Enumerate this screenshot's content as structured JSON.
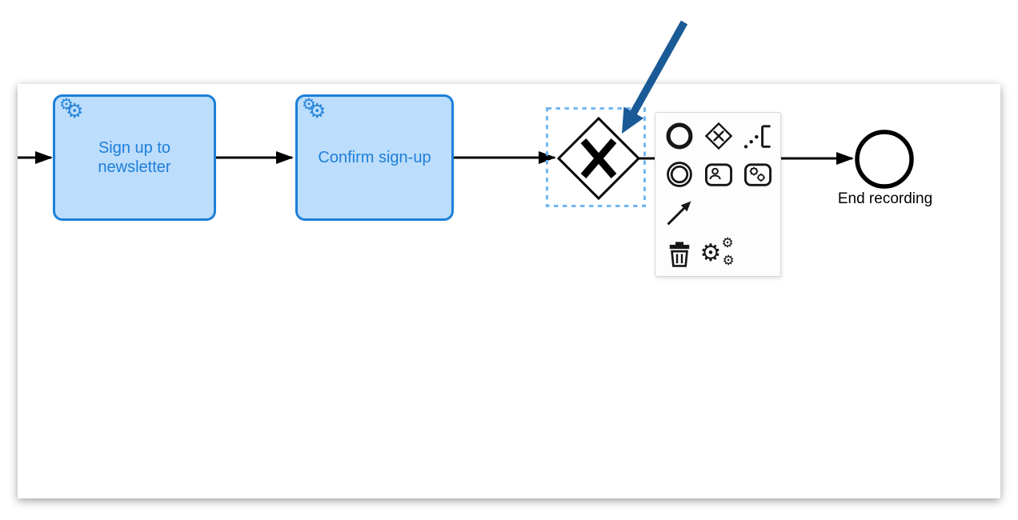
{
  "app": {
    "type": "BPMN process editor canvas"
  },
  "colors": {
    "task_fill": "#BCDDFB",
    "task_stroke": "#1B80D8",
    "task_text": "#1E7FD9",
    "selection_dash": "#73B7F2",
    "shape_stroke": "#000000",
    "annotation_arrow": "#1A5A96",
    "context_pad_bg": "#FDFDFD",
    "context_pad_border": "#D7D7D7"
  },
  "diagram": {
    "tasks": [
      {
        "label": "Sign up to newsletter",
        "type": "service-task",
        "icon": "double-gear-icon"
      },
      {
        "label": "Confirm sign-up",
        "type": "service-task",
        "icon": "double-gear-icon"
      }
    ],
    "gateway": {
      "type": "exclusive-gateway",
      "symbol": "X",
      "selected": true
    },
    "end_event": {
      "label": "End recording"
    },
    "sequence_flow_count": 4,
    "annotation_arrow": {
      "points_at": "exclusive-gateway",
      "color": "#1A5A96"
    }
  },
  "context_pad": {
    "items": [
      {
        "name": "append-end-event",
        "icon": "end-event-icon"
      },
      {
        "name": "append-gateway",
        "icon": "gateway-icon"
      },
      {
        "name": "append-text-annotation",
        "icon": "text-annotation-icon"
      },
      {
        "name": "append-intermediate-event",
        "icon": "intermediate-event-icon"
      },
      {
        "name": "append-user-task",
        "icon": "user-task-icon"
      },
      {
        "name": "append-service-task",
        "icon": "service-task-icon"
      },
      {
        "name": "connect-tool",
        "icon": "connect-arrow-icon"
      },
      {
        "name": "delete-element",
        "icon": "trash-icon"
      },
      {
        "name": "change-element-settings",
        "icon": "gears-icon",
        "glyph": "⚙"
      }
    ]
  }
}
